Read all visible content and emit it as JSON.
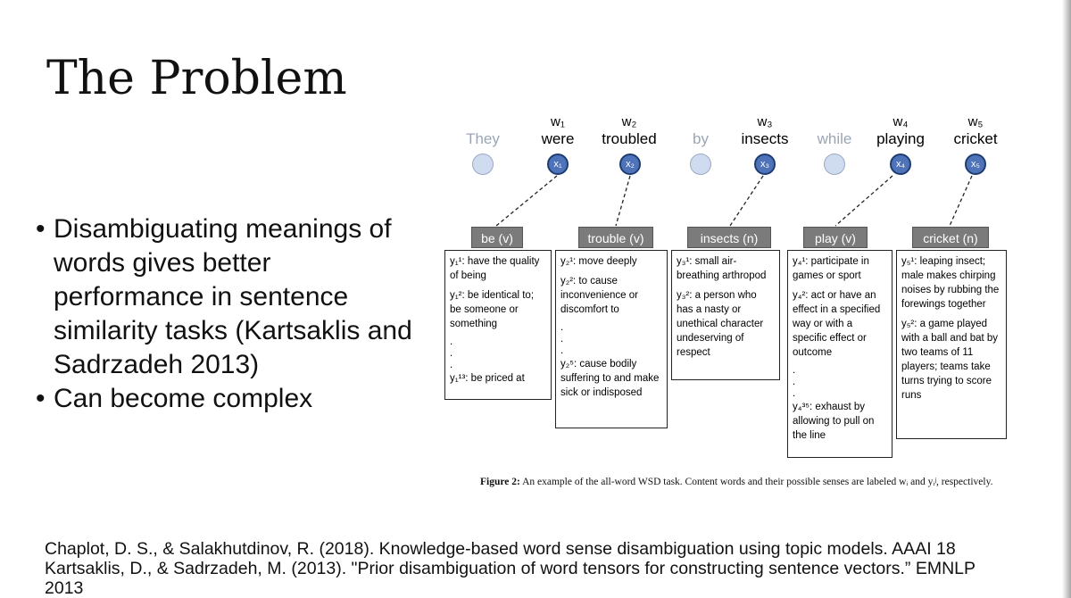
{
  "slide": {
    "title": "The Problem",
    "bullets": [
      "Disambiguating meanings of words gives better performance in sentence similarity tasks (Kartsaklis and Sadrzadeh 2013)",
      "Can become complex"
    ],
    "cursor_glyph": "I",
    "references": [
      "Chaplot, D. S., & Salakhutdinov, R. (2018). Knowledge-based word sense disambiguation using topic models. AAAI 18",
      "Kartsaklis, D., & Sadrzadeh, M. (2013). \"Prior disambiguation of word tensors for constructing sentence vectors.” EMNLP",
      "2013"
    ]
  },
  "figure": {
    "words": [
      {
        "text": "They",
        "label": "",
        "node": ""
      },
      {
        "text": "were",
        "label": "w₁",
        "node": "x₁"
      },
      {
        "text": "troubled",
        "label": "w₂",
        "node": "x₂"
      },
      {
        "text": "by",
        "label": "",
        "node": ""
      },
      {
        "text": "insects",
        "label": "w₃",
        "node": "x₃"
      },
      {
        "text": "while",
        "label": "",
        "node": ""
      },
      {
        "text": "playing",
        "label": "w₄",
        "node": "x₄"
      },
      {
        "text": "cricket",
        "label": "w₅",
        "node": "x₅"
      }
    ],
    "senses": [
      {
        "head": "be (v)",
        "items": [
          "y₁¹: have the quality of being",
          "y₁²: be identical to; be someone or something",
          ".",
          ".",
          ".",
          "y₁¹³: be priced at"
        ]
      },
      {
        "head": "trouble (v)",
        "items": [
          "y₂¹: move deeply",
          "y₂²: to cause inconvenience or discomfort to",
          ".",
          ".",
          ".",
          "y₂⁵: cause bodily suffering to and make sick or indisposed"
        ]
      },
      {
        "head": "insects (n)",
        "items": [
          "y₃¹: small air-breathing arthropod",
          "y₃²: a person who has a nasty or unethical character undeserving of respect"
        ]
      },
      {
        "head": "play (v)",
        "items": [
          "y₄¹: participate in games or sport",
          "y₄²: act or have an effect in a specified way or with a specific effect or outcome",
          ".",
          ".",
          ".",
          "y₄³⁵: exhaust by allowing to pull on the line"
        ]
      },
      {
        "head": "cricket (n)",
        "items": [
          "y₅¹: leaping insect; male makes chirping noises by rubbing the forewings together",
          "y₅²: a game played with a ball and bat by two teams of 11 players; teams take turns trying to score runs"
        ]
      }
    ],
    "caption_label": "Figure 2:",
    "caption_text": "An example of the all-word WSD task. Content words and their possible senses are labeled wᵢ and yᵢʲ, respectively."
  }
}
